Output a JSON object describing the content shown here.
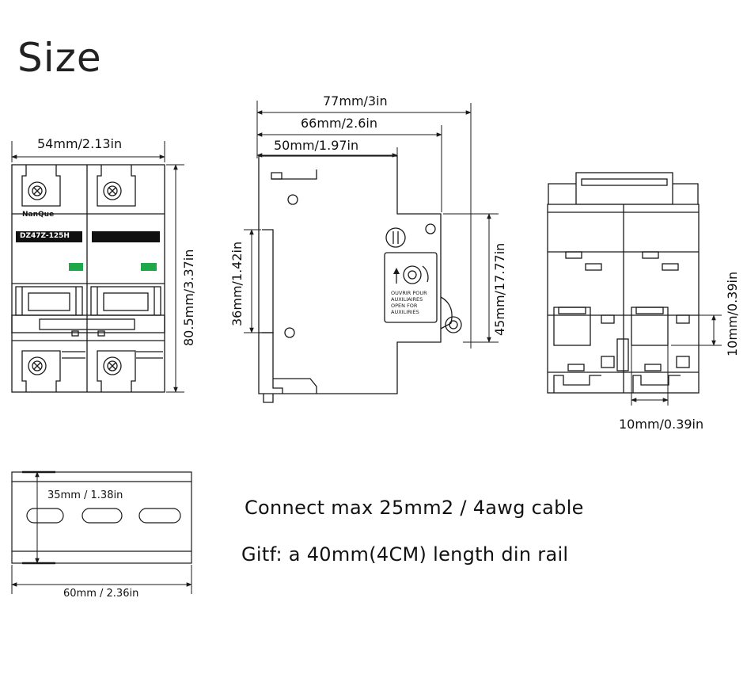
{
  "title": "Size",
  "front_view": {
    "brand": "NanQue",
    "model": "DZ47Z-125H",
    "width_label": "54mm/2.13in",
    "height_label": "80.5mm/3.37in"
  },
  "side_view": {
    "total_depth_label": "77mm/3in",
    "mid_depth_label": "66mm/2.6in",
    "front_depth_label": "50mm/1.97in",
    "rail_height_label": "36mm/1.42in",
    "front_height_label": "45mm/17.77in",
    "aux_text": [
      "OUVRIR POUR",
      "AUXILIAIRES",
      "OPEN FOR",
      "AUXILIRIES"
    ]
  },
  "bottom_view": {
    "terminal_height_label": "10mm/0.39in",
    "terminal_width_label": "10mm/0.39in"
  },
  "din_rail": {
    "height_label": "35mm / 1.38in",
    "length_label": "60mm / 2.36in"
  },
  "notes": {
    "cable": "Connect max 25mm2 / 4awg cable",
    "gift": "Gitf: a 40mm(4CM) length din rail"
  },
  "colors": {
    "line": "#1a1a1a",
    "indicator": "#1fa84a",
    "label_bar": "#111111"
  }
}
